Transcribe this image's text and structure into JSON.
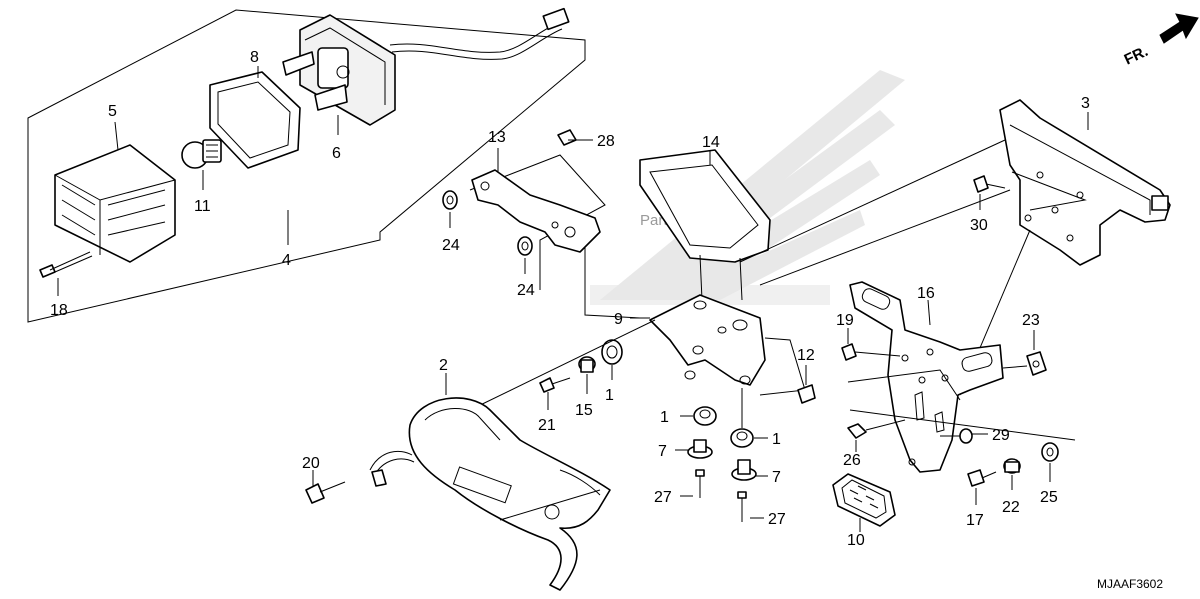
{
  "direction_label": "FR.",
  "diagram_code": "MJAAF3602",
  "watermark": "Partzilla.com",
  "callouts": {
    "c1a": "1",
    "c1b": "1",
    "c1c": "1",
    "c2": "2",
    "c3": "3",
    "c4": "4",
    "c5": "5",
    "c6": "6",
    "c7a": "7",
    "c7b": "7",
    "c8": "8",
    "c9": "9",
    "c10": "10",
    "c11": "11",
    "c12": "12",
    "c13": "13",
    "c14": "14",
    "c15": "15",
    "c16": "16",
    "c17": "17",
    "c18": "18",
    "c19": "19",
    "c20": "20",
    "c21": "21",
    "c22": "22",
    "c23": "23",
    "c24a": "24",
    "c24b": "24",
    "c25": "25",
    "c26": "26",
    "c27a": "27",
    "c27b": "27",
    "c28": "28",
    "c29": "29",
    "c30": "30"
  }
}
